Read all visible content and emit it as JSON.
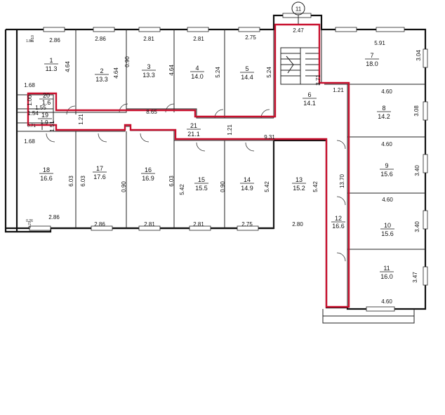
{
  "plan": {
    "axis_label": "11",
    "rooms": [
      {
        "n": "1",
        "area": "11.3"
      },
      {
        "n": "2",
        "area": "13.3"
      },
      {
        "n": "3",
        "area": "13.3"
      },
      {
        "n": "4",
        "area": "14.0"
      },
      {
        "n": "5",
        "area": "14.4"
      },
      {
        "n": "6",
        "area": "14.1"
      },
      {
        "n": "7",
        "area": "18.0"
      },
      {
        "n": "8",
        "area": "14.2"
      },
      {
        "n": "9",
        "area": "15.6"
      },
      {
        "n": "10",
        "area": "15.6"
      },
      {
        "n": "11",
        "area": "16.0"
      },
      {
        "n": "12",
        "area": "16.6"
      },
      {
        "n": "13",
        "area": "15.2"
      },
      {
        "n": "14",
        "area": "14.9"
      },
      {
        "n": "15",
        "area": "15.5"
      },
      {
        "n": "16",
        "area": "16.9"
      },
      {
        "n": "17",
        "area": "17.6"
      },
      {
        "n": "18",
        "area": "16.6"
      },
      {
        "n": "19",
        "area": ""
      },
      {
        "n": "20",
        "area": "1.6"
      },
      {
        "n": "21",
        "area": "21.1"
      }
    ],
    "dimensions": [
      "2.86",
      "2.86",
      "2.81",
      "2.81",
      "2.75",
      "2.47",
      "5.91",
      "4.64",
      "4.64",
      "0.90",
      "4.64",
      "5.24",
      "5.24",
      "3.71",
      "3.04",
      "1.68",
      "1.55",
      "1.54",
      "1.00",
      "0.71",
      "1.51",
      "1.9",
      "1.21",
      "8.65",
      "1.21",
      "4.60",
      "3.08",
      "1.21",
      "9.31",
      "1.68",
      "4.60",
      "3.40",
      "6.03",
      "6.03",
      "0.90",
      "6.03",
      "5.42",
      "0.90",
      "5.42",
      "5.42",
      "13.70",
      "4.60",
      "3.40",
      "2.86",
      "2.86",
      "2.81",
      "2.81",
      "2.75",
      "2.80",
      "3.47",
      "4.60",
      "0.26",
      "0.27",
      "2.10",
      "1.88"
    ]
  }
}
